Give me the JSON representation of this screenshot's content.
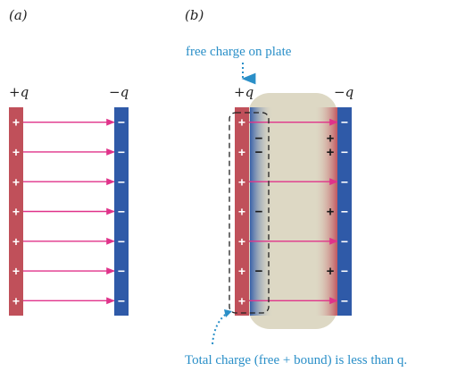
{
  "panel_a": {
    "label": "(a)",
    "plus_label": "+q",
    "minus_label": "−q",
    "plate_signs_left": [
      "+",
      "+",
      "+",
      "+",
      "+",
      "+",
      "+"
    ],
    "plate_signs_right": [
      "−",
      "−",
      "−",
      "−",
      "−",
      "−",
      "−"
    ],
    "field_line_count": 7
  },
  "panel_b": {
    "label": "(b)",
    "plus_label": "+q",
    "minus_label": "−q",
    "annotation_top": "free charge on plate",
    "annotation_bottom": "Total charge (free + bound) is less than q.",
    "plate_signs_left": [
      "+",
      "+",
      "+",
      "+",
      "+",
      "+",
      "+"
    ],
    "plate_signs_right": [
      "−",
      "−",
      "−",
      "−",
      "−",
      "−",
      "−"
    ],
    "bound_signs_left": [
      "−",
      "−",
      "−",
      "−"
    ],
    "bound_signs_right": [
      "+",
      "+",
      "+",
      "+"
    ],
    "field_line_count": 4
  },
  "colors": {
    "positive_plate": "#c0505a",
    "negative_plate": "#2f5aa8",
    "field_line": "#e0338a",
    "dielectric": "#ddd8c4",
    "annotation": "#2a8fc8"
  }
}
